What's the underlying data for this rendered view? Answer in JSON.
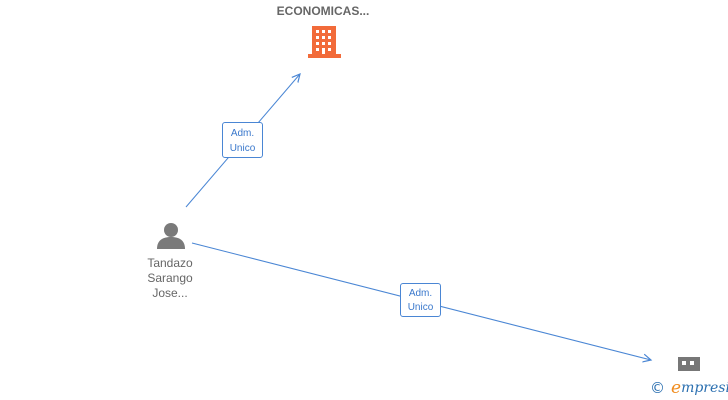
{
  "nodes": {
    "company_top": {
      "label": "ECONOMICAS..."
    },
    "person": {
      "label_lines": [
        "Tandazo",
        "Sarango",
        "Jose..."
      ]
    }
  },
  "edges": [
    {
      "label_lines": [
        "Adm.",
        "Unico"
      ]
    },
    {
      "label_lines": [
        "Adm.",
        "Unico"
      ]
    }
  ],
  "watermark": {
    "copyright": "©",
    "brand_initial": "e",
    "brand_rest": "mpresia"
  },
  "colors": {
    "company_icon": "#f26b3a",
    "company_icon_gray": "#777777",
    "person_icon": "#7a7a7a",
    "edge": "#4a86d4",
    "brand_blue": "#2a6fb0",
    "brand_orange": "#f08c1e"
  }
}
